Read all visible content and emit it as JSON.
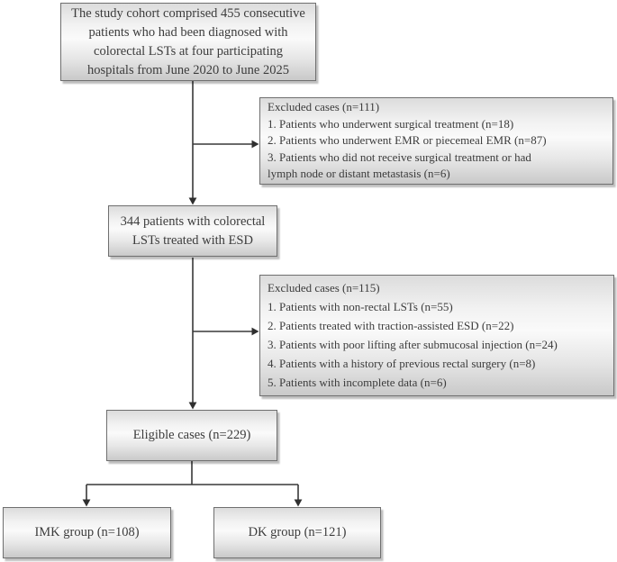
{
  "figure": {
    "type": "flowchart",
    "description_colors": {
      "box_fill_top": "#dcdcdc",
      "box_fill_middle": "#fafafa",
      "box_fill_bottom": "#c9c9c9",
      "box_border": "#6f6f6f",
      "text": "#3c3c3c",
      "connector_line": "#383838",
      "background": "#ffffff"
    }
  },
  "boxes": {
    "cohort": {
      "lines": [
        "The study cohort comprised 455 consecutive",
        "patients who had been diagnosed with",
        "colorectal LSTs at four participating",
        "hospitals from June 2020 to June 2025"
      ]
    },
    "excluded1": {
      "lines": [
        "Excluded cases (n=111)",
        "1. Patients who underwent surgical treatment (n=18)",
        "2. Patients who underwent EMR or piecemeal EMR (n=87)",
        "3. Patients who did not receive surgical treatment or had",
        "lymph node or distant metastasis (n=6)"
      ]
    },
    "esd": {
      "lines": [
        "344 patients with colorectal",
        "LSTs treated with ESD"
      ]
    },
    "excluded2": {
      "lines": [
        "Excluded cases (n=115)",
        "1. Patients with non-rectal LSTs (n=55)",
        "2. Patients treated with traction-assisted ESD (n=22)",
        "3. Patients with poor lifting after submucosal injection (n=24)",
        "4. Patients with a history of previous rectal surgery (n=8)",
        "5. Patients with incomplete data (n=6)"
      ]
    },
    "eligible": {
      "text": "Eligible cases (n=229)"
    },
    "imk": {
      "text": "IMK group (n=108)"
    },
    "dk": {
      "text": "DK group (n=121)"
    }
  }
}
